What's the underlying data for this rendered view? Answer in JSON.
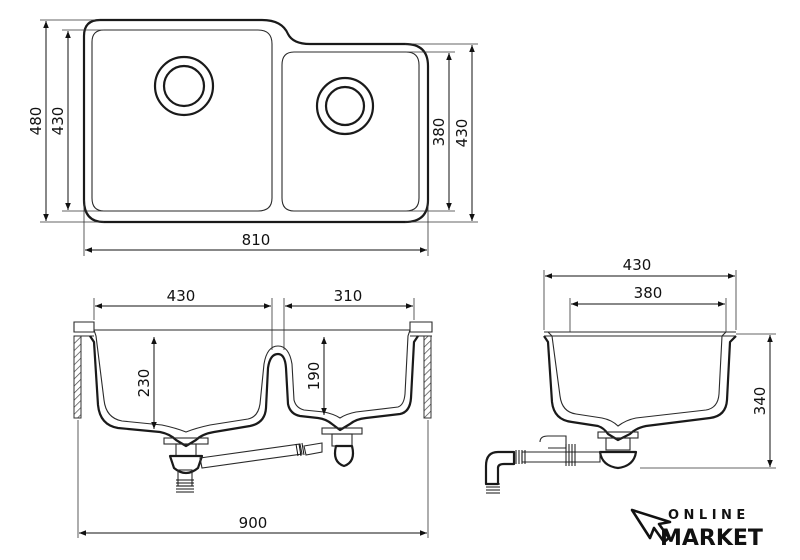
{
  "dimensions": {
    "top_height_outer": "480",
    "top_height_left_bowl": "430",
    "top_height_right_bowl": "380",
    "top_height_right_outer": "430",
    "top_width": "810",
    "front_left_width": "430",
    "front_right_width": "310",
    "front_left_depth": "230",
    "front_right_depth": "190",
    "front_total_width": "900",
    "side_outer_width": "430",
    "side_inner_width": "380",
    "side_height": "340"
  },
  "logo": {
    "line1": "ONLINE",
    "line2": "MARKET",
    "icon": "cursor-arrow-icon"
  }
}
